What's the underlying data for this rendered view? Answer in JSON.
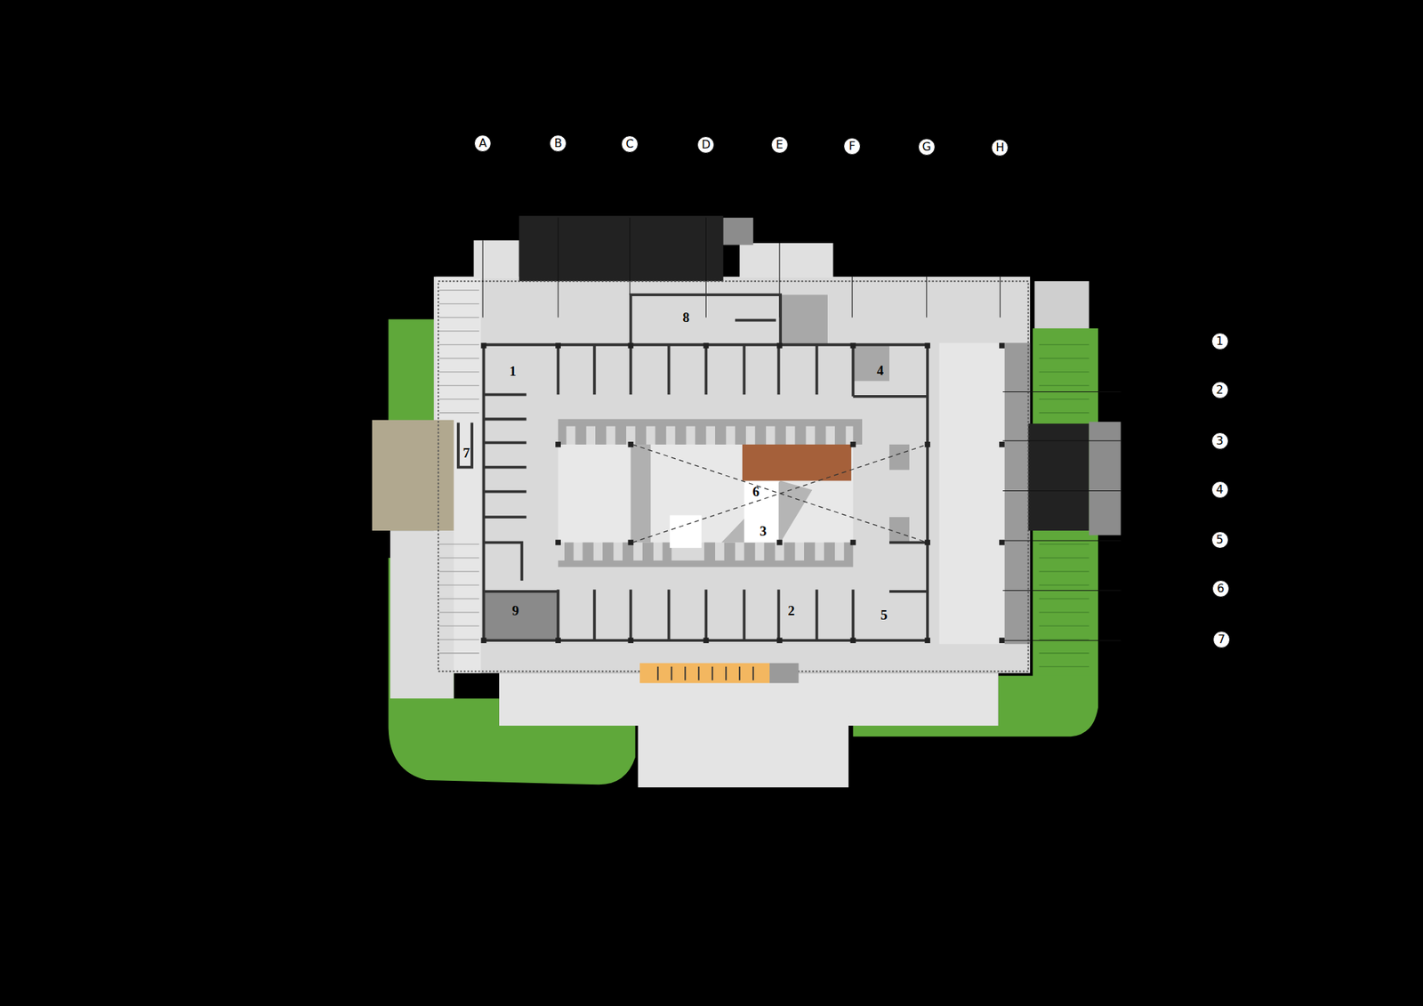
{
  "diagram": {
    "nodes": [
      {
        "text": [
          "A"
        ]
      },
      {
        "text": [
          "B"
        ]
      },
      {
        "text": [
          "C"
        ]
      },
      {
        "text": [
          "D"
        ]
      },
      {
        "text": [
          "E"
        ]
      },
      {
        "text": [
          "F"
        ]
      },
      {
        "text": [
          "G"
        ]
      },
      {
        "text": [
          "H"
        ]
      },
      {
        "text": [
          "1"
        ]
      },
      {
        "text": [
          "2"
        ]
      },
      {
        "text": [
          "3"
        ]
      },
      {
        "text": [
          "4"
        ]
      },
      {
        "text": [
          "5"
        ]
      },
      {
        "text": [
          "6"
        ]
      },
      {
        "text": [
          "7"
        ]
      }
    ],
    "labels": [
      "8",
      "1",
      "4",
      "7",
      "6",
      "3",
      "9",
      "2",
      "5"
    ]
  }
}
